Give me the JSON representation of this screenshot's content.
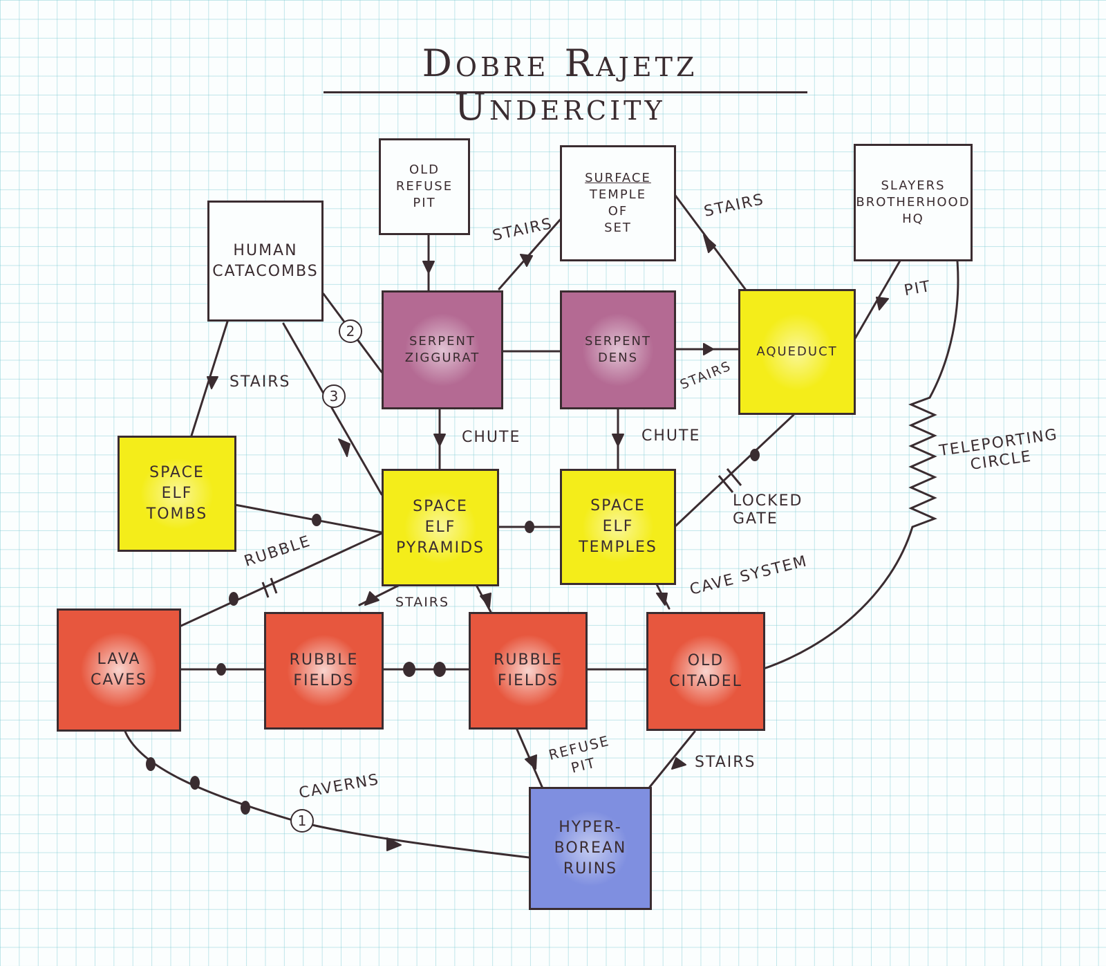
{
  "title": "Dobre Rajetz Undercity",
  "rooms": {
    "old_refuse_pit": "Old\nRefuse\nPit",
    "surface_temple_heading": "Surface",
    "surface_temple": "Temple\nof\nSet",
    "slayers_hq": "Slayers\nBrotherhood\nHQ",
    "human_catacombs": "Human\nCatacombs",
    "serpent_ziggurat": "Serpent\nZiggurat",
    "serpent_dens": "Serpent\nDens",
    "aqueduct": "Aqueduct",
    "space_elf_tombs": "Space\nElf\nTombs",
    "space_elf_pyramids": "Space\nElf\nPyramids",
    "space_elf_temples": "Space\nElf\nTemples",
    "lava_caves": "Lava\nCaves",
    "rubble_fields_1": "Rubble\nFields",
    "rubble_fields_2": "Rubble\nFields",
    "old_citadel": "Old\nCitadel",
    "hyperborean_ruins": "Hyper-\nborean\nRuins"
  },
  "labels": {
    "stairs_ziggurat": "Stairs",
    "stairs_aqueduct": "Stairs",
    "pit": "Pit",
    "stairs_tombs": "Stairs",
    "stairs_dens": "Stairs",
    "chute_1": "Chute",
    "chute_2": "Chute",
    "teleporting_circle": "Teleporting\nCircle",
    "locked_gate": "Locked\nGate",
    "rubble": "Rubble",
    "cave_system": "Cave System",
    "stairs_pyramids": "Stairs",
    "refuse_pit": "Refuse\nPit",
    "stairs_ruins": "Stairs",
    "caverns": "Caverns"
  },
  "markers": [
    "1",
    "2",
    "3"
  ]
}
